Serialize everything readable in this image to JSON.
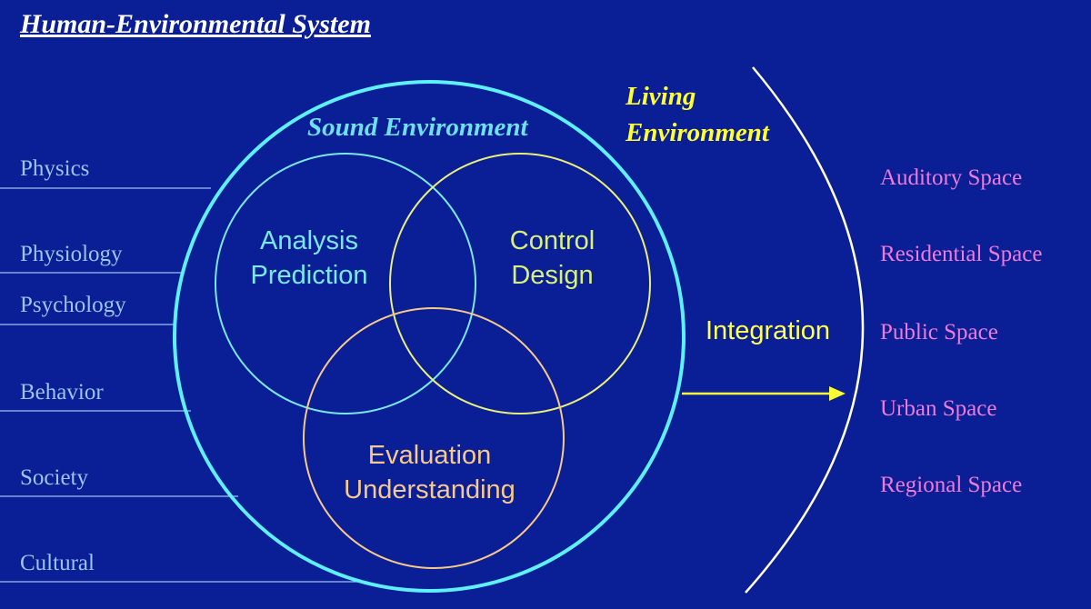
{
  "title": "Human-Environmental System",
  "disciplines": [
    "Physics",
    "Physiology",
    "Psychology",
    "Behavior",
    "Society",
    "Cultural"
  ],
  "sound_environment": "Sound Environment",
  "living_environment": [
    "Living",
    "Environment"
  ],
  "circles": {
    "analysis": [
      "Analysis",
      "Prediction"
    ],
    "control": [
      "Control",
      "Design"
    ],
    "evaluation": [
      "Evaluation",
      "Understanding"
    ]
  },
  "integration": "Integration",
  "spaces": [
    "Auditory Space",
    "Residential Space",
    "Public Space",
    "Urban Space",
    "Regional Space"
  ],
  "colors": {
    "background": "#0a1e96",
    "outer_circle": "#5ff0ff",
    "analysis_circle": "#7ae8e8",
    "control_circle": "#e8f07a",
    "evaluation_circle": "#f7c98a",
    "arrow": "#ffff33",
    "arc": "#fffde0",
    "disciplines_text": "#9cc4f0",
    "spaces_text": "#f07ad8"
  }
}
